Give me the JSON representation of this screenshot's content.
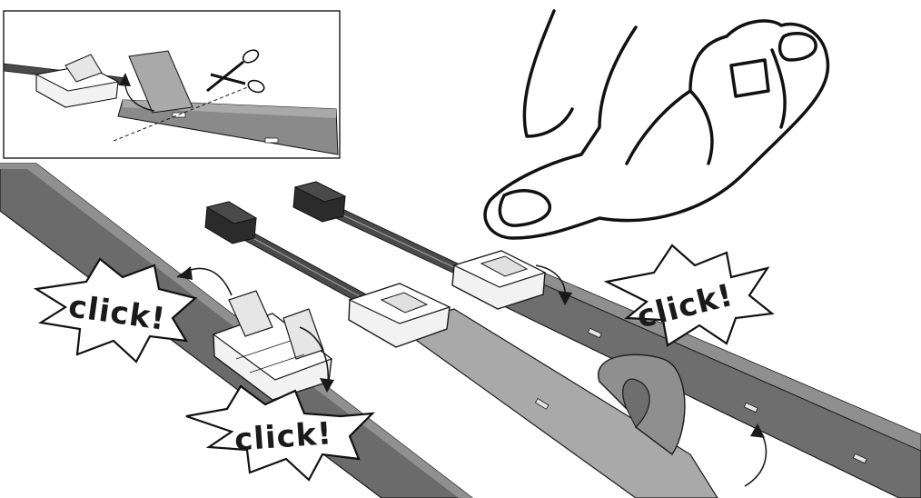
{
  "illustration": {
    "click_label_left": "click!",
    "click_label_bottom": "click!",
    "click_label_right": "click!",
    "colors": {
      "strip_dark": "#6b6b6b",
      "strip_mid": "#8a8a8a",
      "strip_light": "#a9a9a9",
      "connector": "#f2f2f2",
      "cable": "#4a4a4a",
      "plug": "#2b2b2b",
      "outline": "#1a1a1a"
    },
    "icons": [
      "scissors-icon",
      "hand-icon",
      "arrow-icon"
    ]
  }
}
